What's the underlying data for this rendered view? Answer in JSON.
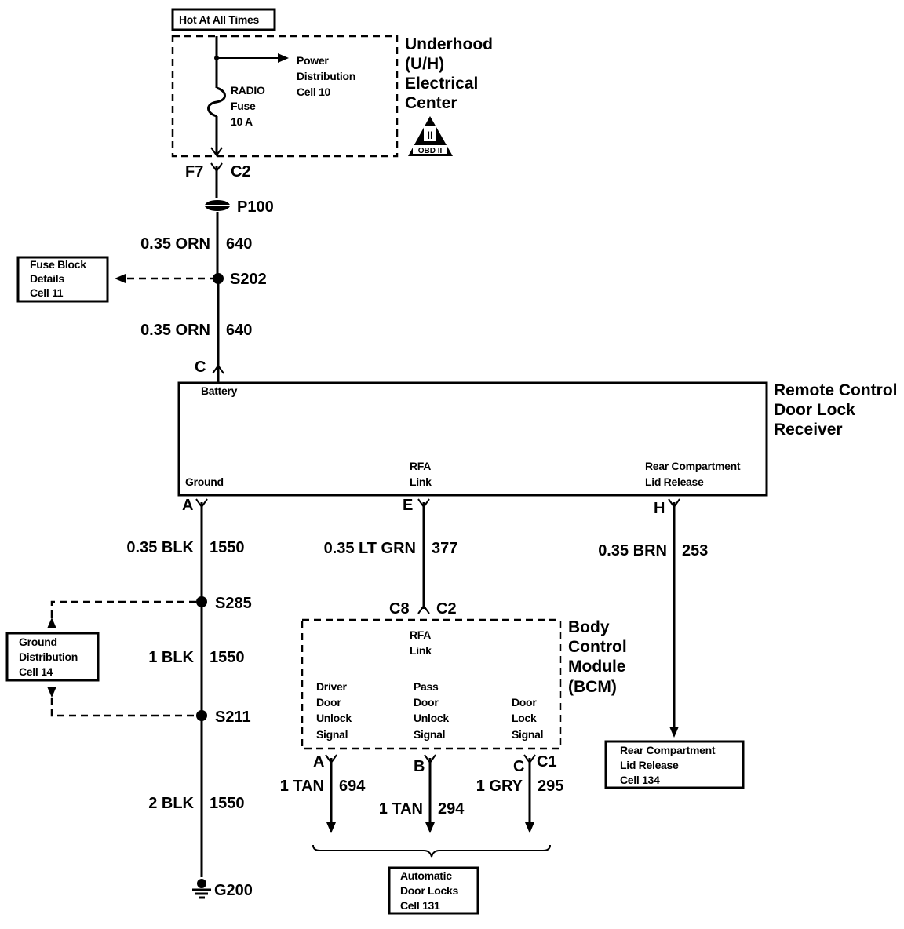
{
  "hot_label": "Hot At All Times",
  "uh_center": {
    "title": [
      "Underhood",
      "(U/H)",
      "Electrical",
      "Center"
    ],
    "power_dist": [
      "Power",
      "Distribution",
      "Cell 10"
    ],
    "fuse": [
      "RADIO",
      "Fuse",
      "10 A"
    ],
    "obd_symbol": "OBD II",
    "obd_glyph": "II"
  },
  "connector_f7": "F7",
  "connector_c2_top": "C2",
  "p100": "P100",
  "wire_orn_1": {
    "gauge_color": "0.35 ORN",
    "circuit": "640"
  },
  "s202": "S202",
  "fuse_block_ref": [
    "Fuse Block",
    "Details",
    "Cell 11"
  ],
  "wire_orn_2": {
    "gauge_color": "0.35 ORN",
    "circuit": "640"
  },
  "pin_c": "C",
  "receiver": {
    "title": [
      "Remote Control",
      "Door Lock",
      "Receiver"
    ],
    "battery": "Battery",
    "ground": "Ground",
    "rfa_link": [
      "RFA",
      "Link"
    ],
    "rear_release": [
      "Rear Compartment",
      "Lid Release"
    ]
  },
  "pin_a": "A",
  "pin_e": "E",
  "pin_h": "H",
  "wire_blk_1": {
    "gauge_color": "0.35 BLK",
    "circuit": "1550"
  },
  "wire_ltgrn": {
    "gauge_color": "0.35 LT GRN",
    "circuit": "377"
  },
  "wire_brn": {
    "gauge_color": "0.35 BRN",
    "circuit": "253"
  },
  "s285": "S285",
  "ground_dist_ref": [
    "Ground",
    "Distribution",
    "Cell 14"
  ],
  "wire_blk_2": {
    "gauge_color": "1 BLK",
    "circuit": "1550"
  },
  "s211": "S211",
  "wire_blk_3": {
    "gauge_color": "2 BLK",
    "circuit": "1550"
  },
  "g200": "G200",
  "bcm_c8": "C8",
  "bcm_c2": "C2",
  "bcm": {
    "title": [
      "Body",
      "Control",
      "Module",
      "(BCM)"
    ],
    "rfa_link": [
      "RFA",
      "Link"
    ],
    "driver_unlock": [
      "Driver",
      "Door",
      "Unlock",
      "Signal"
    ],
    "pass_unlock": [
      "Pass",
      "Door",
      "Unlock",
      "Signal"
    ],
    "door_lock": [
      "Door",
      "Lock",
      "Signal"
    ]
  },
  "bcm_pin_a": "A",
  "bcm_pin_b": "B",
  "bcm_pin_c": "C",
  "bcm_c1": "C1",
  "wire_tan_1": {
    "gauge_color": "1 TAN",
    "circuit": "694"
  },
  "wire_tan_2": {
    "gauge_color": "1 TAN",
    "circuit": "294"
  },
  "wire_gry": {
    "gauge_color": "1 GRY",
    "circuit": "295"
  },
  "rear_release_ref": [
    "Rear Compartment",
    "Lid Release",
    "Cell 134"
  ],
  "auto_locks_ref": [
    "Automatic",
    "Door Locks",
    "Cell 131"
  ]
}
